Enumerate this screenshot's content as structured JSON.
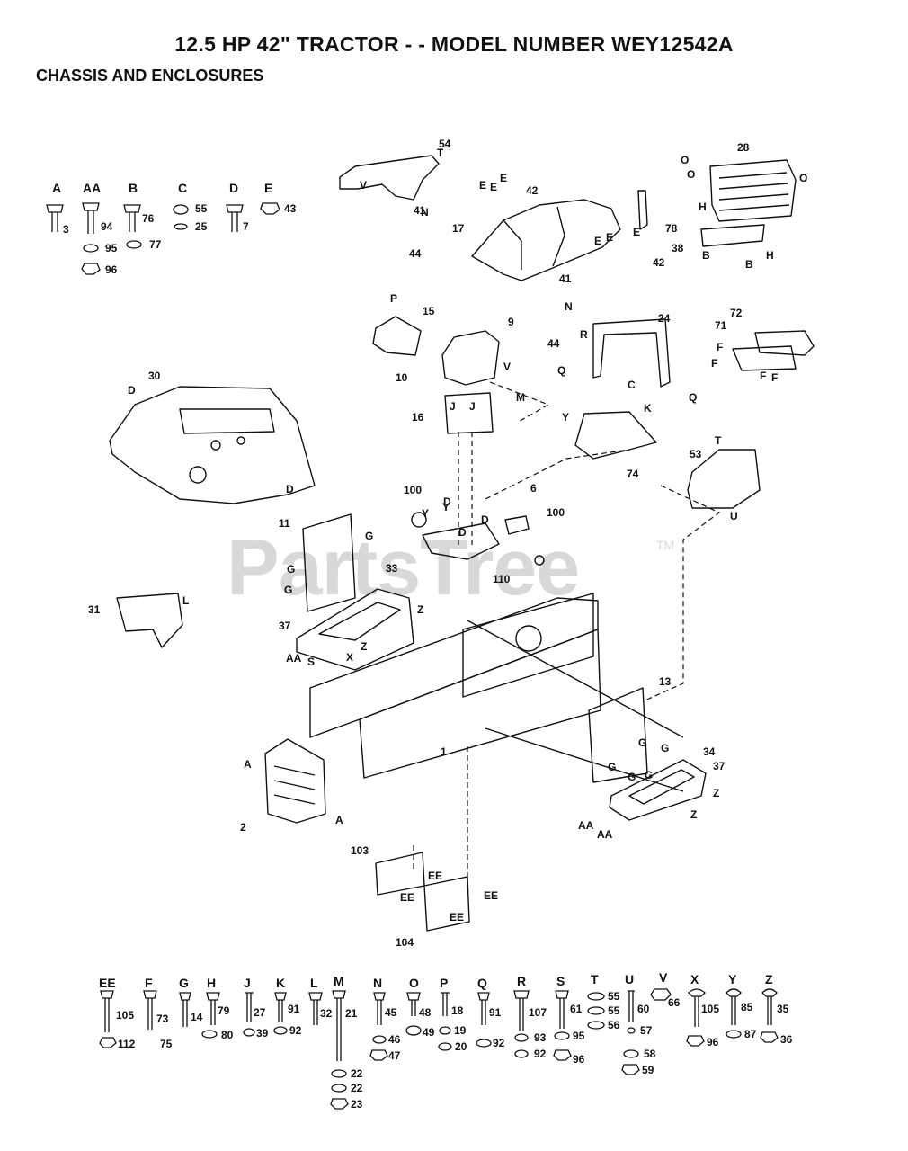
{
  "header": {
    "title": "12.5 HP 42\"  TRACTOR - - MODEL NUMBER WEY12542A",
    "section": "CHASSIS AND ENCLOSURES"
  },
  "watermark": {
    "text": "PartsTree",
    "tm": "TM"
  },
  "top_legend": [
    {
      "letter": "A",
      "items": [
        "3"
      ]
    },
    {
      "letter": "AA",
      "items": [
        "94",
        "95",
        "96"
      ]
    },
    {
      "letter": "B",
      "items": [
        "76",
        "77"
      ]
    },
    {
      "letter": "C",
      "items": [
        "55",
        "25"
      ]
    },
    {
      "letter": "D",
      "items": [
        "7"
      ]
    },
    {
      "letter": "E",
      "items": [
        "43"
      ]
    }
  ],
  "bottom_legend": [
    {
      "letter": "EE",
      "items": [
        "105",
        "112"
      ]
    },
    {
      "letter": "F",
      "items": [
        "73",
        "75"
      ]
    },
    {
      "letter": "G",
      "items": [
        "14"
      ]
    },
    {
      "letter": "H",
      "items": [
        "79",
        "80"
      ]
    },
    {
      "letter": "J",
      "items": [
        "27",
        "39"
      ]
    },
    {
      "letter": "K",
      "items": [
        "91",
        "92"
      ]
    },
    {
      "letter": "L",
      "items": [
        "32"
      ]
    },
    {
      "letter": "M",
      "items": [
        "21",
        "22",
        "22",
        "23"
      ]
    },
    {
      "letter": "N",
      "items": [
        "45",
        "46",
        "47"
      ]
    },
    {
      "letter": "O",
      "items": [
        "48",
        "49"
      ]
    },
    {
      "letter": "P",
      "items": [
        "18",
        "19",
        "20"
      ]
    },
    {
      "letter": "Q",
      "items": [
        "91",
        "92"
      ]
    },
    {
      "letter": "R",
      "items": [
        "107",
        "93",
        "92"
      ]
    },
    {
      "letter": "S",
      "items": [
        "61",
        "95",
        "96"
      ]
    },
    {
      "letter": "T",
      "items": [
        "55",
        "55",
        "56"
      ]
    },
    {
      "letter": "U",
      "items": [
        "60",
        "57",
        "58",
        "59"
      ]
    },
    {
      "letter": "V",
      "items": [
        "66"
      ]
    },
    {
      "letter": "X",
      "items": [
        "105",
        "96"
      ]
    },
    {
      "letter": "Y",
      "items": [
        "85",
        "87"
      ]
    },
    {
      "letter": "Z",
      "items": [
        "35",
        "36"
      ]
    }
  ],
  "part_callouts": [
    "1",
    "2",
    "6",
    "9",
    "10",
    "11",
    "13",
    "15",
    "16",
    "17",
    "24",
    "28",
    "30",
    "31",
    "33",
    "34",
    "37",
    "37",
    "38",
    "41",
    "41",
    "42",
    "42",
    "44",
    "44",
    "53",
    "54",
    "71",
    "72",
    "74",
    "78",
    "100",
    "100",
    "103",
    "104",
    "110"
  ],
  "reference_letters": [
    "A",
    "A",
    "AA",
    "AA",
    "AA",
    "B",
    "B",
    "C",
    "D",
    "D",
    "D",
    "D",
    "D",
    "E",
    "E",
    "E",
    "E",
    "E",
    "E",
    "EE",
    "EE",
    "EE",
    "EE",
    "F",
    "F",
    "F",
    "F",
    "G",
    "G",
    "G",
    "G",
    "G",
    "G",
    "G",
    "G",
    "H",
    "H",
    "J",
    "J",
    "K",
    "L",
    "M",
    "N",
    "N",
    "O",
    "O",
    "O",
    "P",
    "Q",
    "Q",
    "R",
    "S",
    "T",
    "T",
    "U",
    "V",
    "V",
    "X",
    "Y",
    "Y",
    "Y",
    "Z",
    "Z",
    "Z",
    "Z"
  ]
}
